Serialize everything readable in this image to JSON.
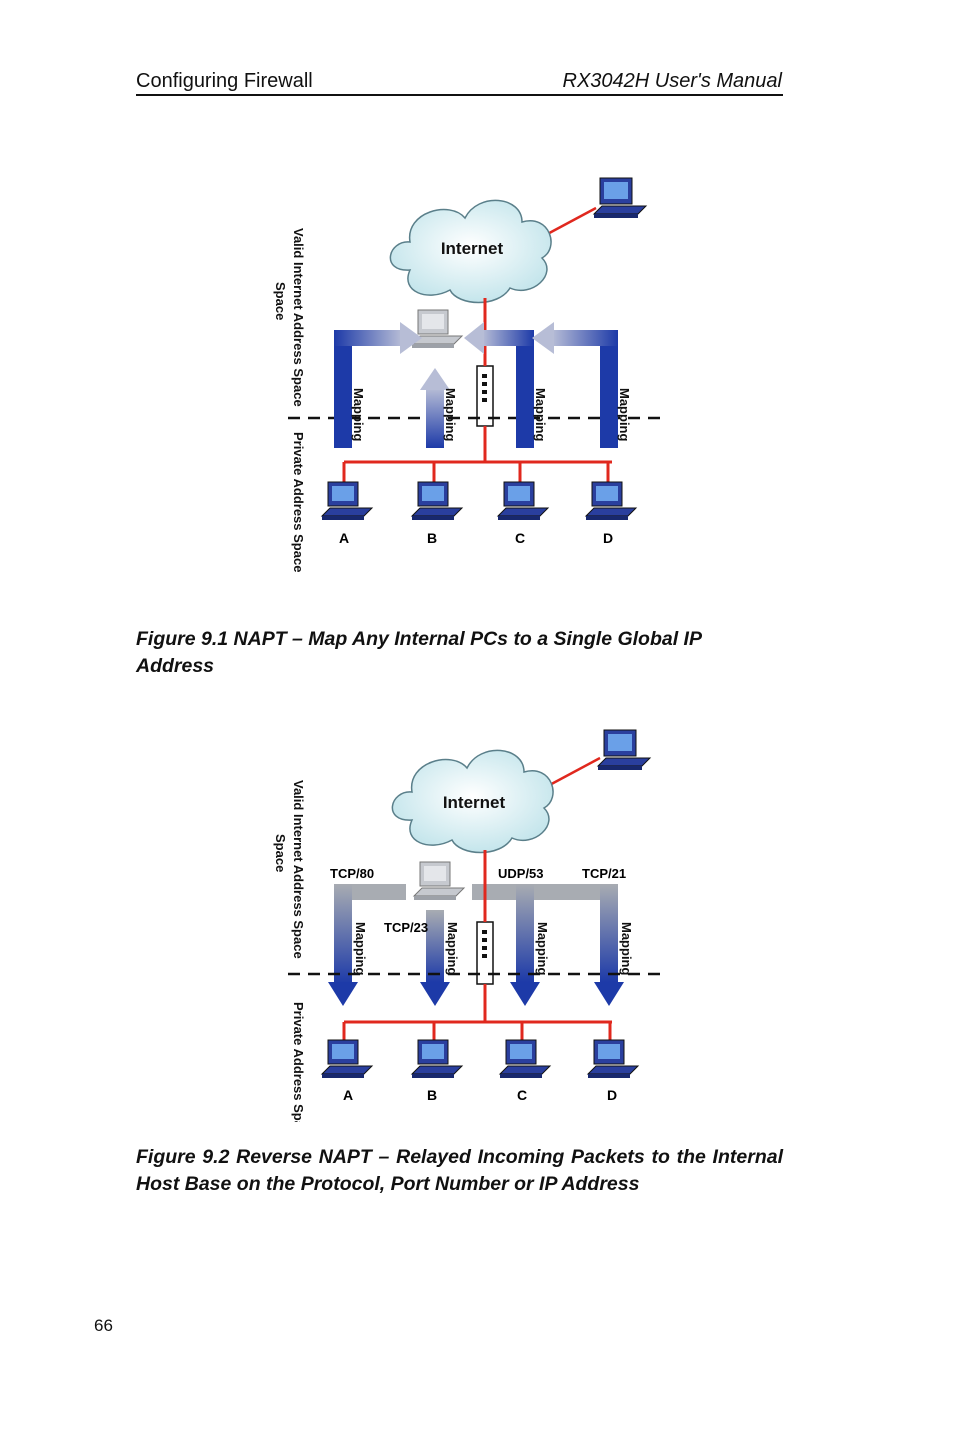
{
  "header": {
    "section": "Configuring Firewall",
    "manual": "RX3042H User's Manual"
  },
  "figure1": {
    "cloud_label": "Internet",
    "valid_space_label": "Valid Internet Address Space",
    "private_space_label": "Private Address Space",
    "mapping_label": "Mapping",
    "pcs": [
      "A",
      "B",
      "C",
      "D"
    ],
    "caption": "Figure 9.1 NAPT – Map Any Internal PCs to a Single Global IP Address"
  },
  "figure2": {
    "cloud_label": "Internet",
    "valid_space_label": "Valid Internet Address Space",
    "private_space_label": "Private Address Space",
    "mapping_label": "Mapping",
    "ports": [
      "TCP/80",
      "TCP/23",
      "UDP/53",
      "TCP/21"
    ],
    "pcs": [
      "A",
      "B",
      "C",
      "D"
    ],
    "caption": "Figure 9.2 Reverse NAPT – Relayed Incoming Packets to the Internal Host Base on the Protocol, Port Number or IP Address"
  },
  "page_number": "66",
  "colors": {
    "link": "#e0281e",
    "arrow_blue": "#1d3aa8",
    "arrow_gray": "#9aa0a8",
    "cloud": "#d6eef2",
    "monitor": "#2a3f9e"
  }
}
